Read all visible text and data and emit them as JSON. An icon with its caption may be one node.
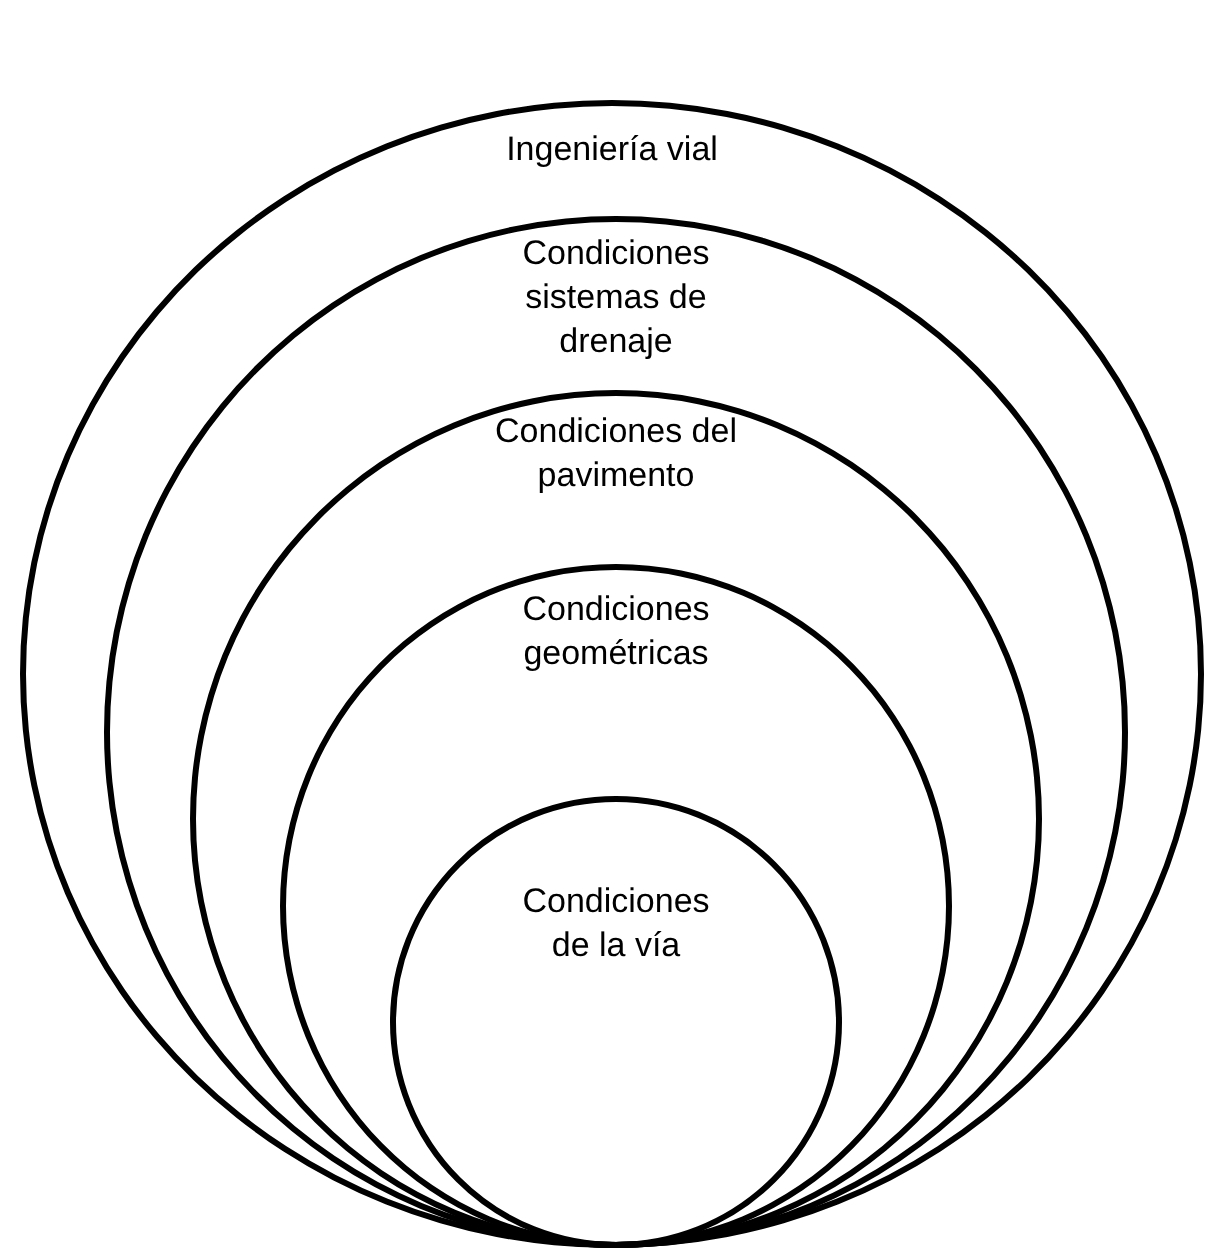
{
  "diagram": {
    "nodes": [
      {
        "text": [
          "Ingeniería vial"
        ]
      },
      {
        "text": [
          "Condiciones sistemas de drenaje"
        ],
        "in": 0
      },
      {
        "text": [
          "Condiciones del pavimento"
        ],
        "in": 1
      },
      {
        "text": [
          "Condiciones geométricas"
        ],
        "in": 2
      },
      {
        "text": [
          "Condiciones de la vía"
        ],
        "in": 3
      }
    ]
  }
}
